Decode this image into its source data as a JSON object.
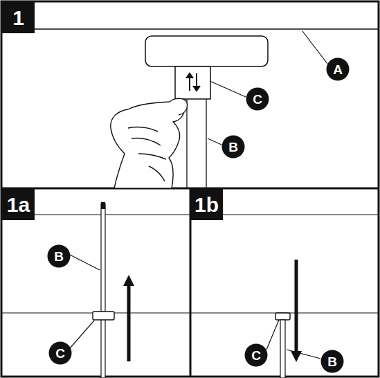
{
  "diagram": {
    "nodes": [
      {
        "text": [
          "1"
        ]
      },
      {
        "text": [
          "A"
        ]
      },
      {
        "text": [
          "C"
        ]
      },
      {
        "text": [
          "B"
        ]
      },
      {
        "text": [
          "1a"
        ]
      },
      {
        "text": [
          "B"
        ]
      },
      {
        "text": [
          "C"
        ]
      },
      {
        "text": [
          "1b"
        ]
      },
      {
        "text": [
          "C"
        ]
      },
      {
        "text": [
          "B"
        ]
      }
    ]
  }
}
